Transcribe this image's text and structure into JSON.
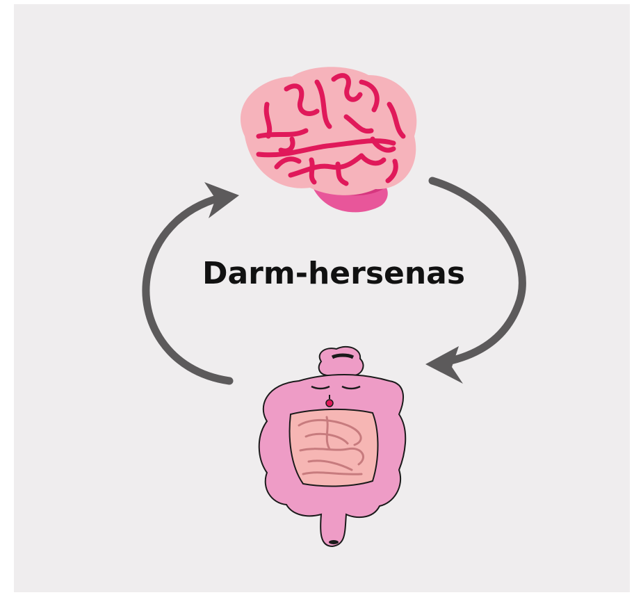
{
  "diagram": {
    "label": "Darm-hersenas",
    "nodes": [
      {
        "id": "brain",
        "icon": "brain-icon"
      },
      {
        "id": "gut",
        "icon": "intestine-icon"
      }
    ],
    "edges": [
      {
        "from": "brain",
        "to": "gut",
        "icon": "arrow-brain-to-gut"
      },
      {
        "from": "gut",
        "to": "brain",
        "icon": "arrow-gut-to-brain"
      }
    ]
  },
  "colors": {
    "background": "#efedee",
    "brain_fill": "#f6b3bb",
    "brain_veins": "#e0195a",
    "brain_stem": "#e8569a",
    "colon_fill": "#ee9cc6",
    "small_intestine_fill": "#f6b6b4",
    "arrow": "#5c5a5b",
    "outline": "#1a1a1a"
  }
}
